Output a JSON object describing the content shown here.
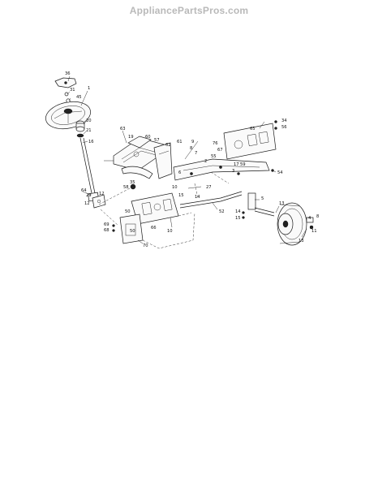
{
  "header": {
    "watermark": "AppliancePartsPros.com"
  },
  "callouts": [
    {
      "id": "c1",
      "text": "36"
    },
    {
      "id": "c2",
      "text": "1"
    },
    {
      "id": "c3",
      "text": "31"
    },
    {
      "id": "c4",
      "text": "45"
    },
    {
      "id": "c5",
      "text": "20"
    },
    {
      "id": "c6",
      "text": "21"
    },
    {
      "id": "c7",
      "text": "16"
    },
    {
      "id": "c8",
      "text": "63"
    },
    {
      "id": "c9",
      "text": "19"
    },
    {
      "id": "c10",
      "text": "60"
    },
    {
      "id": "c11",
      "text": "57"
    },
    {
      "id": "c12",
      "text": "61"
    },
    {
      "id": "c13",
      "text": "62"
    },
    {
      "id": "c14",
      "text": "9"
    },
    {
      "id": "c15",
      "text": "8"
    },
    {
      "id": "c16",
      "text": "7"
    },
    {
      "id": "c17",
      "text": "65"
    },
    {
      "id": "c18",
      "text": "34"
    },
    {
      "id": "c19",
      "text": "56"
    },
    {
      "id": "c20",
      "text": "76"
    },
    {
      "id": "c21",
      "text": "67"
    },
    {
      "id": "c22",
      "text": "55"
    },
    {
      "id": "c23",
      "text": "2"
    },
    {
      "id": "c24",
      "text": "54"
    },
    {
      "id": "c25",
      "text": "17"
    },
    {
      "id": "c26",
      "text": "59"
    },
    {
      "id": "c27",
      "text": "3"
    },
    {
      "id": "c28",
      "text": "6"
    },
    {
      "id": "c29",
      "text": "35"
    },
    {
      "id": "c30",
      "text": "58"
    },
    {
      "id": "c31",
      "text": "64"
    },
    {
      "id": "c32",
      "text": "29"
    },
    {
      "id": "c33",
      "text": "12"
    },
    {
      "id": "c34",
      "text": "15"
    },
    {
      "id": "c35",
      "text": "14"
    },
    {
      "id": "c36",
      "text": "27"
    },
    {
      "id": "c37",
      "text": "52"
    },
    {
      "id": "c38",
      "text": "5"
    },
    {
      "id": "c39",
      "text": "13"
    },
    {
      "id": "c40",
      "text": "14"
    },
    {
      "id": "c41",
      "text": "15"
    },
    {
      "id": "c42",
      "text": "69"
    },
    {
      "id": "c43",
      "text": "68"
    },
    {
      "id": "c44",
      "text": "50"
    },
    {
      "id": "c45",
      "text": "66"
    },
    {
      "id": "c46",
      "text": "70"
    },
    {
      "id": "c47",
      "text": "10"
    },
    {
      "id": "c48",
      "text": "13"
    },
    {
      "id": "c49",
      "text": "4"
    },
    {
      "id": "c50",
      "text": "8"
    },
    {
      "id": "c51",
      "text": "11"
    },
    {
      "id": "c52",
      "text": "12"
    },
    {
      "id": "c53",
      "text": "10"
    },
    {
      "id": "c54",
      "text": "50"
    }
  ]
}
